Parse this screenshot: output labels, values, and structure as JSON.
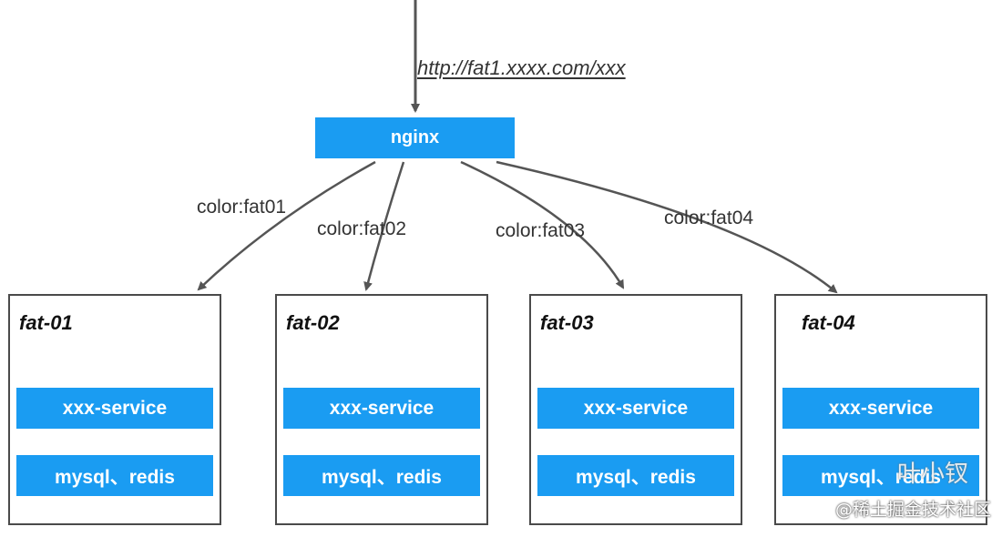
{
  "incoming_url": "http://fat1.xxxx.com/xxx",
  "gateway": {
    "label": "nginx"
  },
  "routes": [
    {
      "label": "color:fat01"
    },
    {
      "label": "color:fat02"
    },
    {
      "label": "color:fat03"
    },
    {
      "label": "color:fat04"
    }
  ],
  "environments": [
    {
      "title": "fat-01",
      "services": [
        "xxx-service",
        "mysql、redis"
      ]
    },
    {
      "title": "fat-02",
      "services": [
        "xxx-service",
        "mysql、redis"
      ]
    },
    {
      "title": "fat-03",
      "services": [
        "xxx-service",
        "mysql、redis"
      ]
    },
    {
      "title": "fat-04",
      "services": [
        "xxx-service",
        "mysql、redis"
      ]
    }
  ],
  "watermark": {
    "name": "叶小钗",
    "site": "@稀土掘金技术社区"
  },
  "colors": {
    "box_fill": "#1a9cf2",
    "line": "#555555",
    "border": "#4a4a4a"
  }
}
